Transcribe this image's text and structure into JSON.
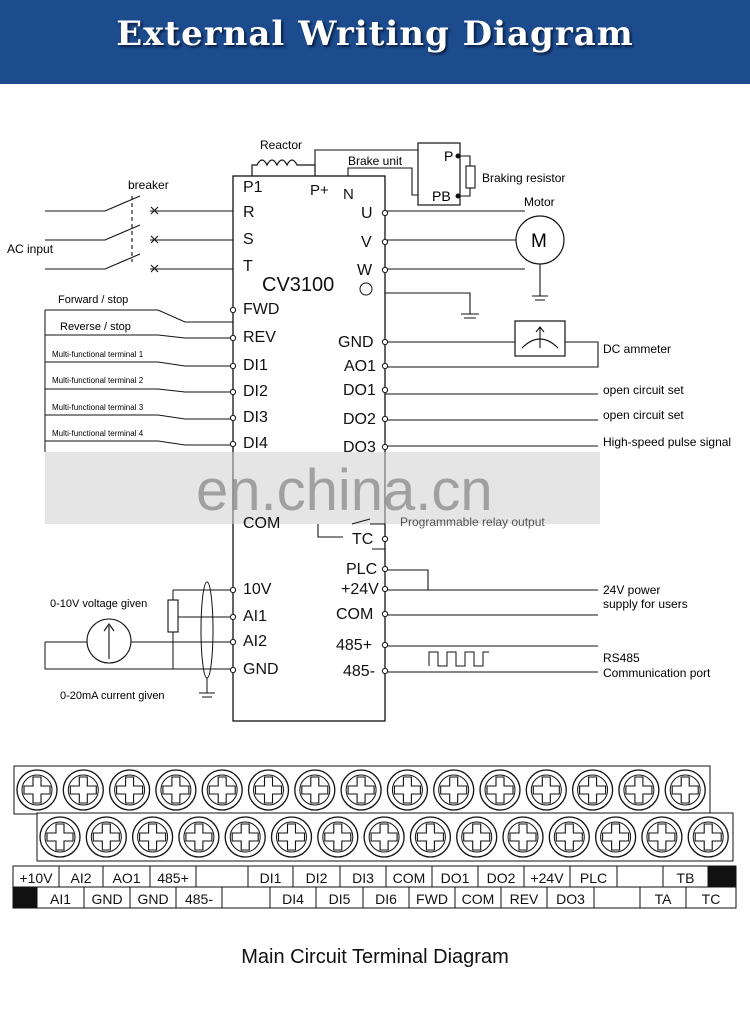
{
  "header": {
    "title": "External  Writing  Diagram",
    "color": "#1c4b8e"
  },
  "model": "CV3100",
  "top_labels": {
    "reactor": "Reactor",
    "brake_unit": "Brake unit",
    "braking_resistor": "Braking resistor",
    "motor": "Motor",
    "motor_symbol": "M",
    "breaker": "breaker",
    "ac_input": "AC input",
    "p_terminal": "P",
    "pb_terminal": "PB"
  },
  "left_terminals": [
    "P1",
    "R",
    "S",
    "T",
    "FWD",
    "REV",
    "DI1",
    "DI2",
    "DI3",
    "DI4",
    "COM",
    "10V",
    "AI1",
    "AI2",
    "GND"
  ],
  "top_terminals": [
    "P+",
    "N"
  ],
  "right_terminals": [
    "U",
    "V",
    "W",
    "GND",
    "AO1",
    "DO1",
    "DO2",
    "DO3",
    "TC",
    "PLC",
    "+24V",
    "COM",
    "485+",
    "485-"
  ],
  "left_labels": [
    "Forward / stop",
    "Reverse / stop",
    "Multi-functional terminal 1",
    "Multi-functional terminal 2",
    "Multi-functional terminal 3",
    "Multi-functional terminal 4",
    "0-10V voltage given",
    "0-20mA current given"
  ],
  "right_labels": {
    "dc_ammeter": "DC ammeter",
    "open_circuit_1": "open circuit set",
    "open_circuit_2": "open circuit set",
    "pulse": "High-speed pulse signal",
    "relay": "Programmable relay output",
    "power_1": "24V power",
    "power_2": "supply for users",
    "rs485_1": "RS485",
    "rs485_2": "Communication port"
  },
  "watermark": "en.china.cn",
  "terminal_strip": {
    "row1": [
      "+10V",
      "AI2",
      "AO1",
      "485+",
      "",
      "DI1",
      "DI2",
      "DI3",
      "COM",
      "DO1",
      "DO2",
      "+24V",
      "PLC",
      "",
      "TB",
      ""
    ],
    "row2": [
      "",
      "AI1",
      "GND",
      "GND",
      "485-",
      "",
      "DI4",
      "DI5",
      "DI6",
      "FWD",
      "COM",
      "REV",
      "DO3",
      "",
      "TA",
      "TC"
    ]
  },
  "strip_caption": "Main Circuit Terminal Diagram"
}
